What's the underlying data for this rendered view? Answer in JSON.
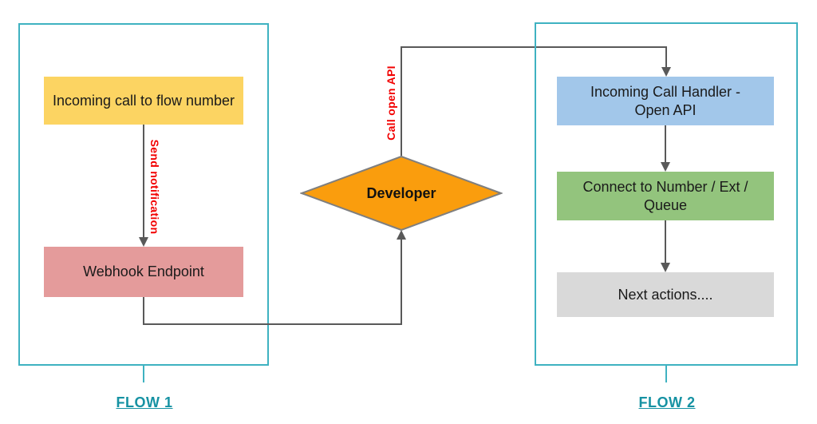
{
  "diagram": {
    "flow1": {
      "label": "FLOW 1",
      "nodes": {
        "incoming_call": {
          "text": "Incoming call to flow number",
          "color": "#FCD462"
        },
        "webhook": {
          "text": "Webhook Endpoint",
          "color": "#E49B9B"
        }
      },
      "edge_label": "Send notification"
    },
    "decision": {
      "text": "Developer",
      "color": "#FA9D0D",
      "edge_label": "Call open API"
    },
    "flow2": {
      "label": "FLOW 2",
      "nodes": {
        "handler": {
          "text": "Incoming Call Handler - Open API",
          "color": "#A2C7EA"
        },
        "connect": {
          "text": "Connect to Number / Ext / Queue",
          "color": "#93C47D"
        },
        "next": {
          "text": "Next actions....",
          "color": "#D9D9D9"
        }
      }
    },
    "colors": {
      "container_border": "#3FB2C1",
      "flow_label_text": "#1692A3",
      "connector_line": "#595959",
      "edge_label_text": "#F20000"
    }
  }
}
